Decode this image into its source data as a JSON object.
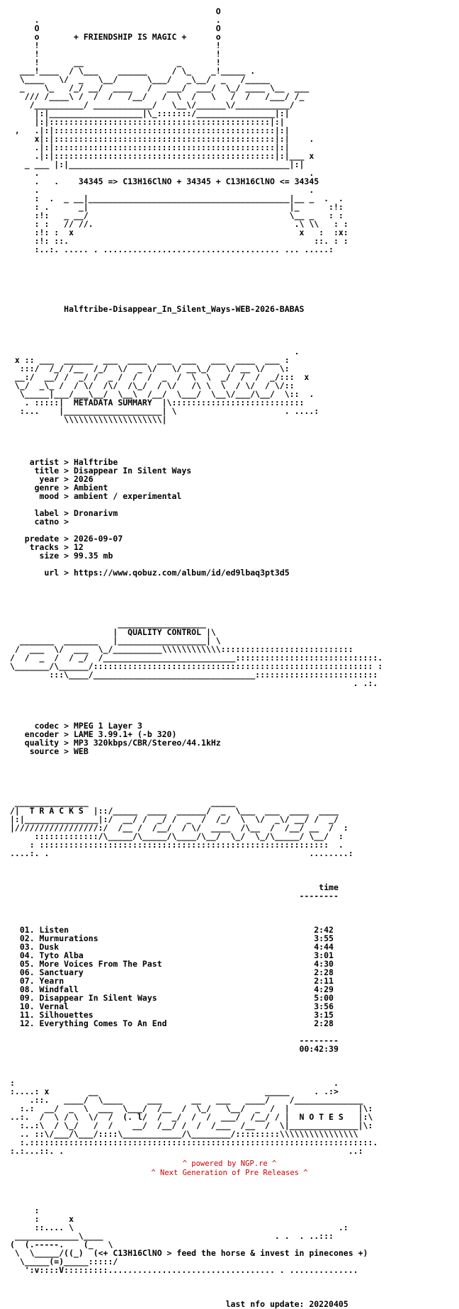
{
  "ascii": {
    "header_art": "                                          O\n     .                                    .\n     O                                    O\n     o       + FRIENDSHIP IS MAGIC +      o\n     !                                    !\n     !                                    !\n     !       __                   _       !\n  ___!____  / \\___    ______     / \\_    _!_____ .\n  \\____   \\/  _   \\__/      \\___/   _\\__/  _   /_____\n  _    \\_   /_/ __/  ____   /   ___/  ___/  \\_/ ____ \\__  ___\n   /// /____\\ /  /  /   /__/   /  \\  /   \\   /  /   /___/ /_\n    /__________/ ____________/   \\__\\/______\\/___________/\n     |:|___________________|\\_:::::::/________________|:|\n     |:|:::::::::::::::::::::::::::::::::::::::::::::|:|\n ,   .|:|:::::::::::::::::::::::::::::::::::::::::::::|:|\n     x|:|:::::::::::::::::::::::::::::::::::::::::::::|:|    .\n     .|:|:::::::::::::::::::::::::::::::::::::::::::::|:|    \n     .|:|:::::::::::::::::::::::::::::::::::::::::::::|:|___ x\n   _ ___ |:|_____________________________________________|:|\n     .                                                       .\n     .   .    34345 => C13H16ClNO + 34345 + C13H16ClNO <= 34345\n     .                                                       .\n     :  .  _ __|_________________________________________|__ _  .  .\n     : .      _|                                         |_      :!:\n     :!:   _ __/                                         \\__ _   : :\n     : :   // //.                                         .\\ \\\\   : :\n     :!: :  x                                              x   :  :x:\n     :!: ::.                                                  ::. : :\n     :..:. ..... . .................................... ... .....:",
    "release_name": "Halftribe-Disappear_In_Silent_Ways-WEB-2026-BABAS",
    "meta_art": "                                                          .\n x :: ___  ______  ___  ____  ___  ___   ___  ____  ___ :\n  :::/  /_/ /__  /_/  \\/  _ \\/   \\/ __\\_/   \\/ __ \\/   \\:  \n __:/  __/ /  _/ /  _ /  /  /  _  /  \\  \\  _/  /  /  _/:::  x\n \\_/  _\\_ /  / \\/  /\\/  /\\_/  / \\/   /\\ \\  \\  / \\/  / \\/::\n  \\_____|___/___\\__/  \\__\\  /__/  \\___/  \\__\\/___/\\__/  \\::  .\n   . :::::|  METADATA SUMMARY  |\\:::::::::::::::::::::::::::\n  :...    |____________________| \\                      . ....:\n           \\\\\\\\\\\\\\\\\\\\\\\\\\\\\\\\\\\\\\\\|",
    "metadata": "    artist > Halftribe\n     title > Disappear In Silent Ways\n      year > 2026\n     genre > Ambient\n      mood > ambient / experimental\n\n     label > Dronarivm\n     catno >\n\n   predate > 2026-09-07\n    tracks > 12\n      size > 99.35 mb\n\n       url > https://www.qobuz.com/album/id/ed9lbaq3pt3d5",
    "qc_art": "                      __________________\n                     |  QUALITY CONTROL |\\\n  _______  _______   |__________________| \\\n /  ___  \\/  ___  \\_/__________\\\\\\\\\\\\\\\\\\\\\\\\:::::::::::::::::::::::::::\n/  /  _  /  / _/  /___________________________:::::::::::::::::::::::::::::.\n\\_______/\\______/::::::::::::::::::::::::::::::::::::::::::::::::::::::::: :\n        :::\\____/_________________________________:::::::::::::::::::::::::\n                                                                      . .:.",
    "qc": "     codec > MPEG 1 Layer 3\n   encoder > LAME 3.99.1+ (-b 320)\n   quality > MP3 320kbps/CBR/Stereo/44.1kHz\n    source > WEB",
    "tracks_art": " _______________                         _____\n/|  T R A C K S  |::/_____  ____  ______/  _  \\___  ___  ____  ____\n|:|_______________|:/  __/ /  _/ /  _  /  /_/  \\  \\/  _\\/ __/ /  _/\n|/////////////////:/  /__ /  /__/  / \\/  ____  /\\__  /  /__/ __  /  :\n     :::::::::::::/\\_____/\\_____/\\____/\\__/  \\_/  \\_/\\_____/ \\__/  :\n    : :::::::::::::::::::::::::::::::::::::::::::::::::::::::::::  .\n....:. .                                                     ........:",
    "tracks_header": "                                                               time\n                                                           --------",
    "tracks_list": "  01. Listen                                                  2:42\n  02. Murmurations                                            3:55\n  03. Dusk                                                    4:44\n  04. Tyto Alba                                               3:01\n  05. More Voices From The Past                               4:30\n  06. Sanctuary                                               2:28\n  07. Yearn                                                   2:11\n  08. Windfall                                                4:29\n  09. Disappear In Silent Ways                                5:00\n  10. Vernal                                                  3:56\n  11. Silhouettes                                             3:15\n  12. Everything Comes To An End                              2:28",
    "tracks_total": "                                                           --------\n                                                           00:42:39",
    "notes_art": ":                                                                 .\n:....: x        __                                  _____     . .:>\n    .::.   ____/  \\____     ___      __   ___   ____/    /______________\n  :.:  __/  _  \\  ___  \\___/  /__  /  \\_/   \\__/  _  /  |              |\\:\n..:.  /  \\ / \\  \\/  /  (. l/  /  _/  /  /  ___/  /__/ / |  N O T E S   |:\\\n  :..:\\  / \\_/   /  /    __/  /__/ /  /  /___  /__  /  \\|______________|\\:\n  .. ::\\/___/\\___/::::\\____________/\\________/:::::::::\\\\\\\\\\\\\\\\\\\\\\\\\\\\\\\\\n  :.::::::::::::::::::::::::::::::::::::::::::::::::::::::::::::::::::::::.\n:.:...::. .                                                          ..:",
    "footer_art": "\n     :\n     :      x\n     ::.... \\                                                      .:\n _____________\\____                                   . .  . ..:::\n(  (.-----.    (_   \\\n \\  \\_____/((_)  (<+ C13H16ClNO > feed the horse & invest in pinecones +)\n  \\_____(=)_____:::::/\n   ':v::::V:::::::::.................................. . ..............",
    "last_update": "                                            last nfo update: 20220405"
  },
  "footer": {
    "line1": "^ powered by NGP.re ^",
    "line2": "^ Next Generation of Pre Releases ^",
    "color": "#cc0000"
  }
}
